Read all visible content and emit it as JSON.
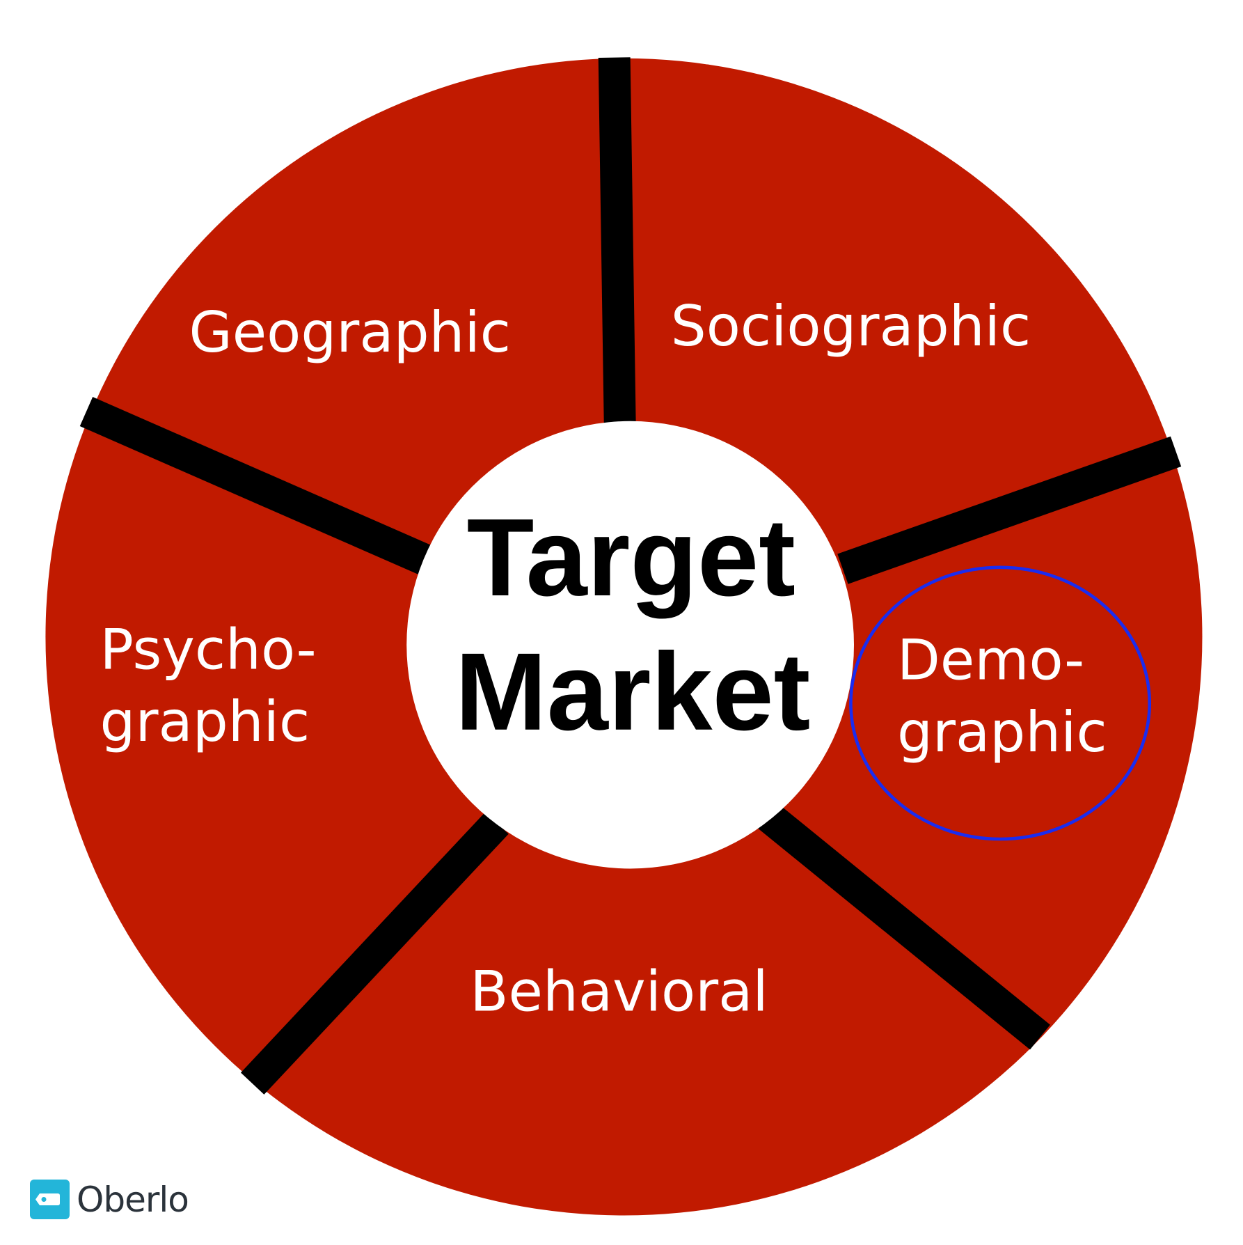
{
  "diagram": {
    "center": {
      "line1": "Target",
      "line2": "Market"
    },
    "segments": [
      {
        "id": "geographic",
        "lines": [
          "Geographic"
        ]
      },
      {
        "id": "sociographic",
        "lines": [
          "Sociographic"
        ]
      },
      {
        "id": "demographic",
        "lines": [
          "Demo-",
          "graphic"
        ],
        "highlighted": true
      },
      {
        "id": "behavioral",
        "lines": [
          "Behavioral"
        ]
      },
      {
        "id": "psychographic",
        "lines": [
          "Psycho-",
          "graphic"
        ]
      }
    ],
    "colors": {
      "segment_fill": "#c11a00",
      "divider": "#000000",
      "center_fill": "#ffffff",
      "highlight_ring": "#1a2cf0",
      "label_text": "#ffffff",
      "center_text": "#000000"
    }
  },
  "branding": {
    "logo_text": "Oberlo",
    "logo_icon": "tag-icon",
    "logo_color": "#23b5d9"
  }
}
